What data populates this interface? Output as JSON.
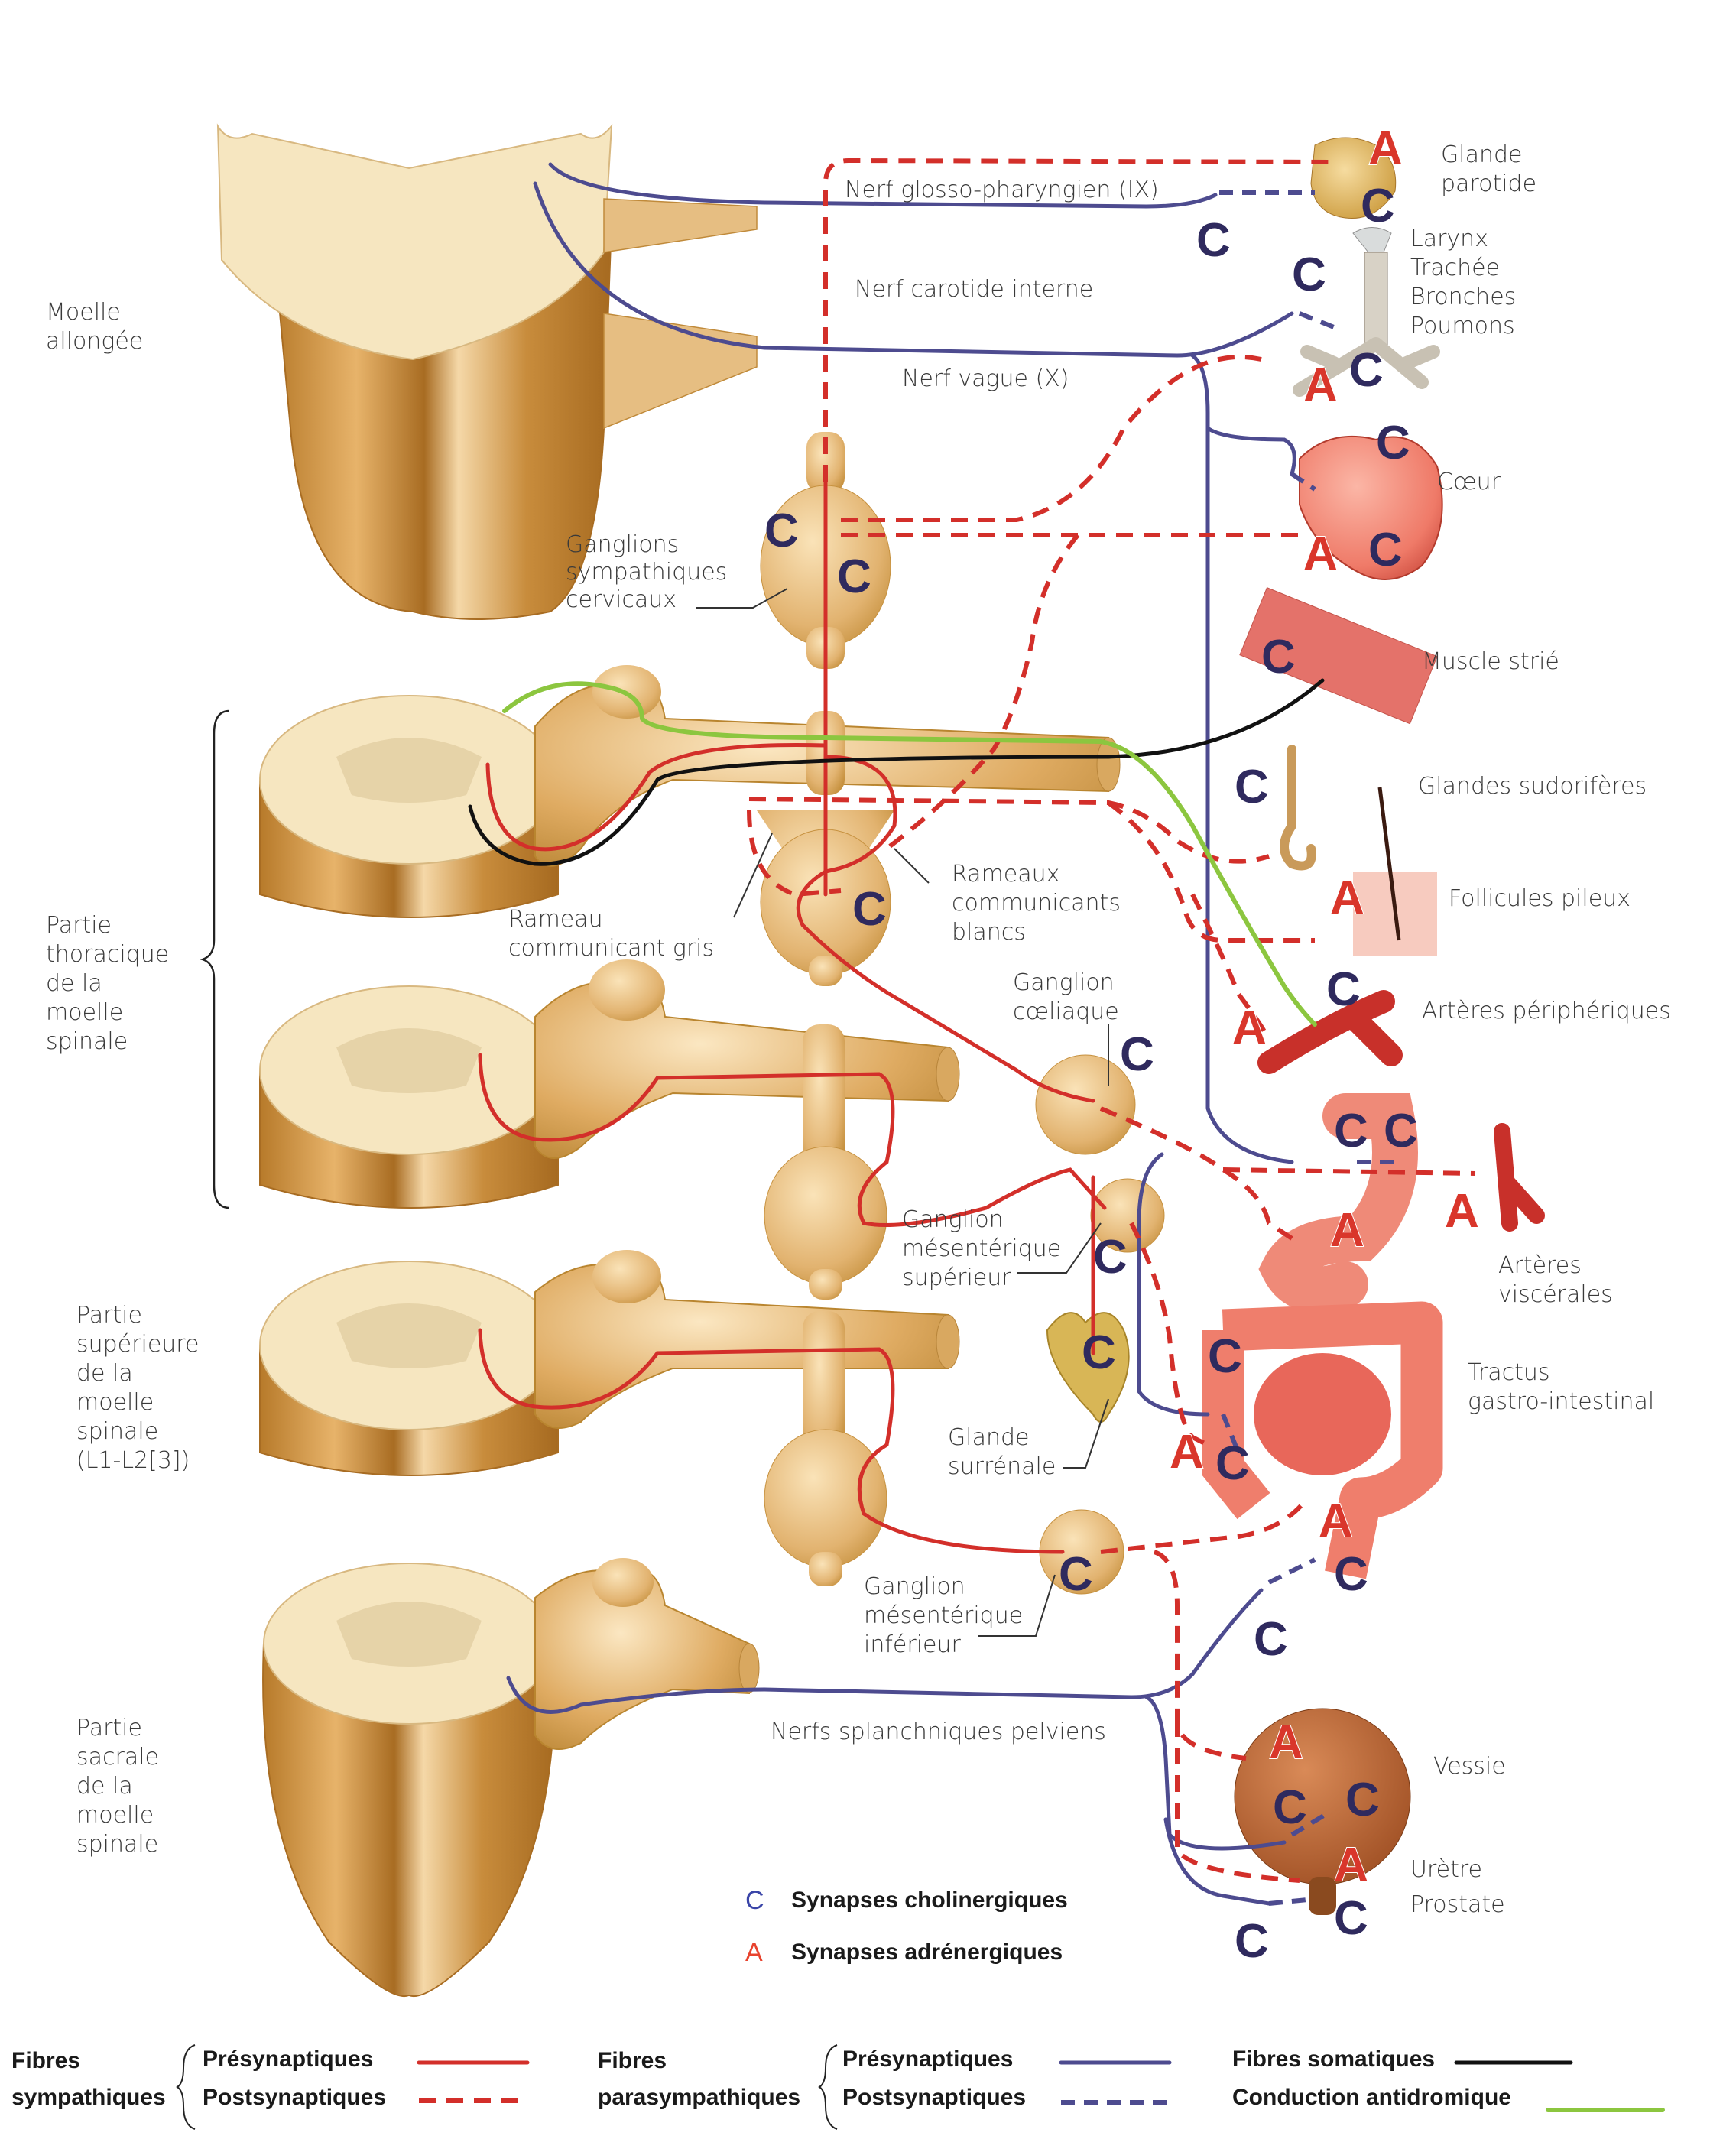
{
  "spinal_levels": {
    "medulla": "Moelle\nallongée",
    "thoracic": "Partie\nthoracique\nde la\nmoelle\nspinale",
    "lumbar": "Partie\nsupérieure\nde la\nmoelle\nspinale\n(L1-L2[3])",
    "sacral": "Partie\nsacrale\nde la\nmoelle\nspinale"
  },
  "nerves": {
    "glossopharyngeal": "Nerf glosso-pharyngien (IX)",
    "internal_carotid": "Nerf carotide interne",
    "vagus": "Nerf vague (X)",
    "pelvic_splanchnic": "Nerfs splanchniques pelviens"
  },
  "structures": {
    "cervical_ganglia": "Ganglions\nsympathiques\ncervicaux",
    "gray_ramus": "Rameau\ncommunicant gris",
    "white_rami": "Rameaux\ncommunicants\nblancs",
    "celiac_ganglion": "Ganglion\ncœliaque",
    "superior_mesenteric_ganglion": "Ganglion\nmésentérique\nsupérieur",
    "adrenal_gland": "Glande\nsurrénale",
    "inferior_mesenteric_ganglion": "Ganglion\nmésentérique\ninférieur"
  },
  "organs": {
    "parotid": "Glande\nparotide",
    "airway": "Larynx\nTrachée\nBronches\nPoumons",
    "heart": "Cœur",
    "skeletal_muscle": "Muscle strié",
    "sweat_glands": "Glandes sudorifères",
    "hair_follicles": "Follicules pileux",
    "peripheral_arteries": "Artères périphériques",
    "visceral_arteries": "Artères\nviscérales",
    "gi_tract": "Tractus\ngastro-intestinal",
    "bladder": "Vessie",
    "urethra_prostate": "Urètre\nProstate"
  },
  "synapse_key": {
    "cholinergic_symbol": "C",
    "cholinergic_label": "Synapses cholinergiques",
    "adrenergic_symbol": "A",
    "adrenergic_label": "Synapses adrénergiques"
  },
  "synapse_marks": {
    "C": "C",
    "A": "A"
  },
  "legend": {
    "sympathetic_group": "Fibres\nsympathiques",
    "sympathetic_pre": "Présynaptiques",
    "sympathetic_post": "Postsynaptiques",
    "parasympathetic_group": "Fibres\nparasympathiques",
    "parasympathetic_pre": "Présynaptiques",
    "parasympathetic_post": "Postsynaptiques",
    "somatic": "Fibres somatiques",
    "antidromic": "Conduction antidromique"
  },
  "colors": {
    "sympathetic": "#d32f2a",
    "parasympathetic": "#4d4b8f",
    "somatic": "#111111",
    "antidromic": "#8cc63f",
    "nerve_tissue": "#d9a860",
    "cholinergic_mark": "#2f2a5e",
    "adrenergic_mark": "#d9362b"
  }
}
